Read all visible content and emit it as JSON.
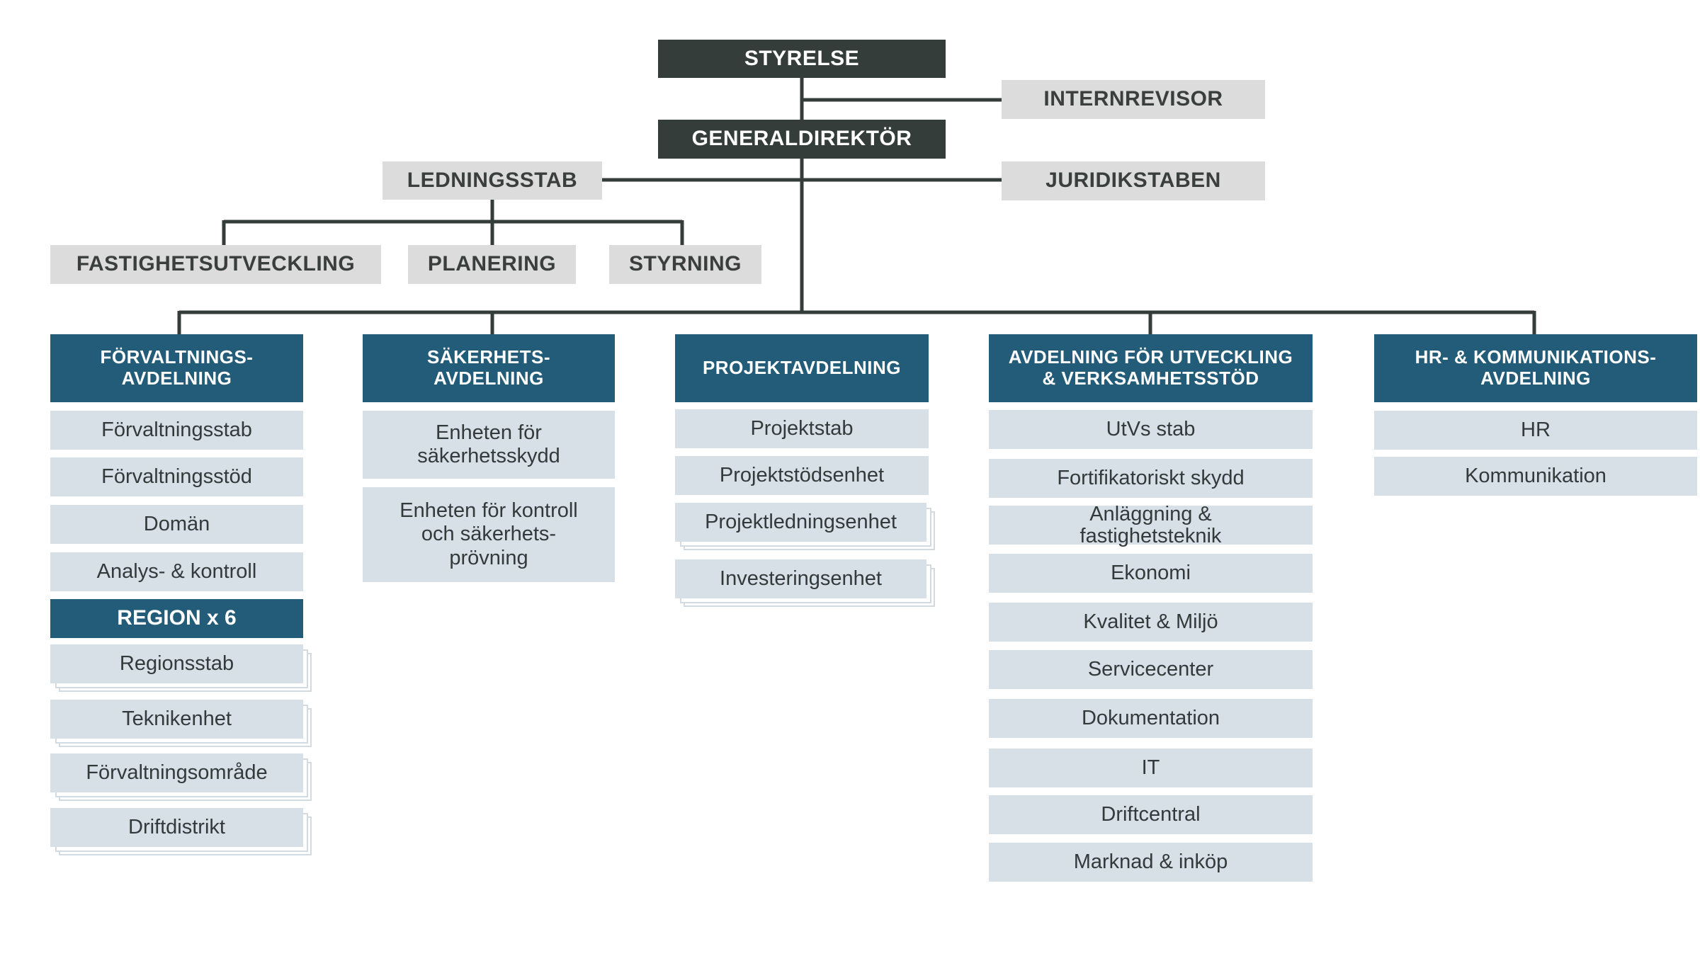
{
  "top": {
    "board": "STYRELSE",
    "auditor": "INTERNREVISOR",
    "director_general": "GENERALDIREKTÖR",
    "management_staff": "LEDNINGSSTAB",
    "legal_staff": "JURIDIKSTABEN"
  },
  "management_staff_units": {
    "property_development": "FASTIGHETSUTVECKLING",
    "planning": "PLANERING",
    "steering": "STYRNING"
  },
  "departments": {
    "management": {
      "title": "FÖRVALTNINGS-\nAVDELNING",
      "units": [
        "Förvaltningsstab",
        "Förvaltningsstöd",
        "Domän",
        "Analys- & kontroll"
      ],
      "region": "REGION x 6",
      "region_units": [
        "Regionsstab",
        "Teknikenhet",
        "Förvaltningsområde",
        "Driftdistrikt"
      ]
    },
    "security": {
      "title": "SÄKERHETS-\nAVDELNING",
      "units": [
        "Enheten för\nsäkerhetsskydd",
        "Enheten för kontroll\noch  säkerhets-\nprövning"
      ]
    },
    "project": {
      "title": "PROJEKTAVDELNING",
      "units": [
        "Projektstab",
        "Projektstödsenhet",
        "Projektledningsenhet",
        "Investeringsenhet"
      ]
    },
    "development": {
      "title": "AVDELNING FÖR UTVECKLING\n& VERKSAMHETSSTÖD",
      "units": [
        "UtVs stab",
        "Fortifikatoriskt skydd",
        "Anläggning &\nfastighetsteknik",
        "Ekonomi",
        "Kvalitet & Miljö",
        "Servicecenter",
        "Dokumentation",
        "IT",
        "Driftcentral",
        "Marknad & inköp"
      ]
    },
    "hr_comm": {
      "title": "HR- & KOMMUNIKATIONS-\nAVDELNING",
      "units": [
        "HR",
        "Kommunikation"
      ]
    }
  },
  "colors": {
    "top_box": "#343d39",
    "staff_box": "#dcdcdc",
    "department_header": "#235c78",
    "unit_box": "#d7e0e6",
    "connector": "#343d39"
  }
}
